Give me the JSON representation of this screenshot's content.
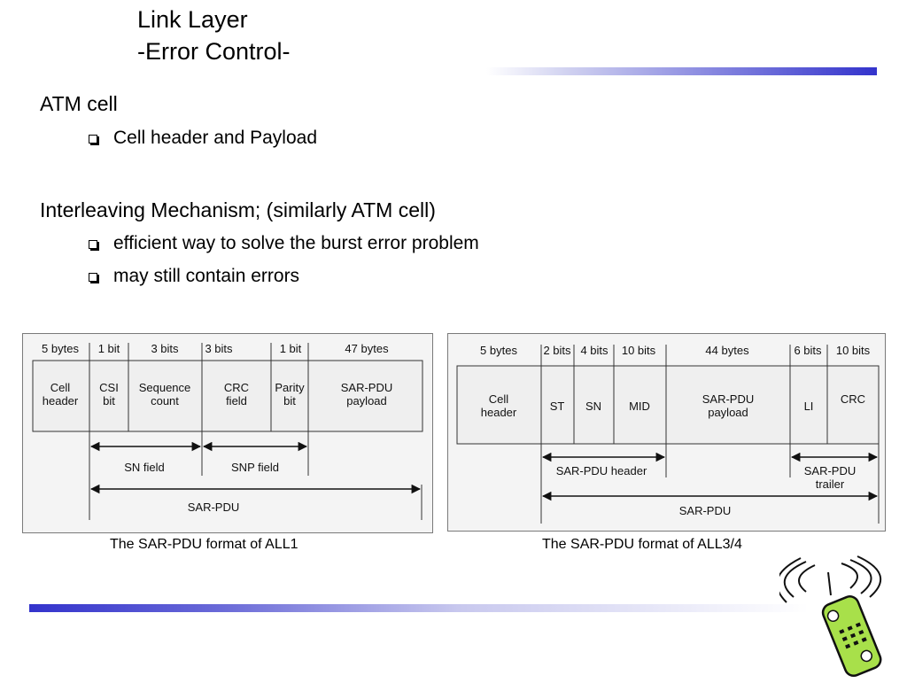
{
  "slide": {
    "title_line1": "Link Layer",
    "title_line2": "-Error Control-"
  },
  "bullets": [
    {
      "text": "ATM cell",
      "children": [
        "Cell header and Payload"
      ]
    },
    {
      "text": "Interleaving Mechanism; (similarly ATM cell)",
      "children": [
        "efficient way to solve the burst error problem",
        "may still contain errors"
      ]
    }
  ],
  "figure_aal1": {
    "caption": "The SAR-PDU format of ALL1",
    "sizes": [
      "5 bytes",
      "1 bit",
      "3 bits",
      "3 bits",
      "1 bit",
      "47 bytes"
    ],
    "fields": [
      [
        "Cell",
        "header"
      ],
      [
        "CSI",
        "bit"
      ],
      [
        "Sequence",
        "count"
      ],
      [
        "CRC",
        "field"
      ],
      [
        "Parity",
        "bit"
      ],
      [
        "SAR-PDU",
        "payload"
      ]
    ],
    "spans": [
      "SN field",
      "SNP field",
      "SAR-PDU"
    ]
  },
  "figure_aal34": {
    "caption": "The SAR-PDU format of ALL3/4",
    "sizes": [
      "5 bytes",
      "2 bits",
      "4 bits",
      "10 bits",
      "44 bytes",
      "6 bits",
      "10 bits"
    ],
    "fields": [
      [
        "Cell",
        "header"
      ],
      [
        "ST"
      ],
      [
        "SN"
      ],
      [
        "MID"
      ],
      [
        "SAR-PDU",
        "payload"
      ],
      [
        "LI"
      ],
      [
        "CRC"
      ]
    ],
    "spans": [
      [
        "SAR-PDU header"
      ],
      [
        "SAR-PDU",
        "trailer"
      ],
      [
        "SAR-PDU"
      ]
    ]
  },
  "colors": {
    "accent": "#3333cc"
  },
  "icons": {
    "decor": "mobile-phone-icon"
  }
}
